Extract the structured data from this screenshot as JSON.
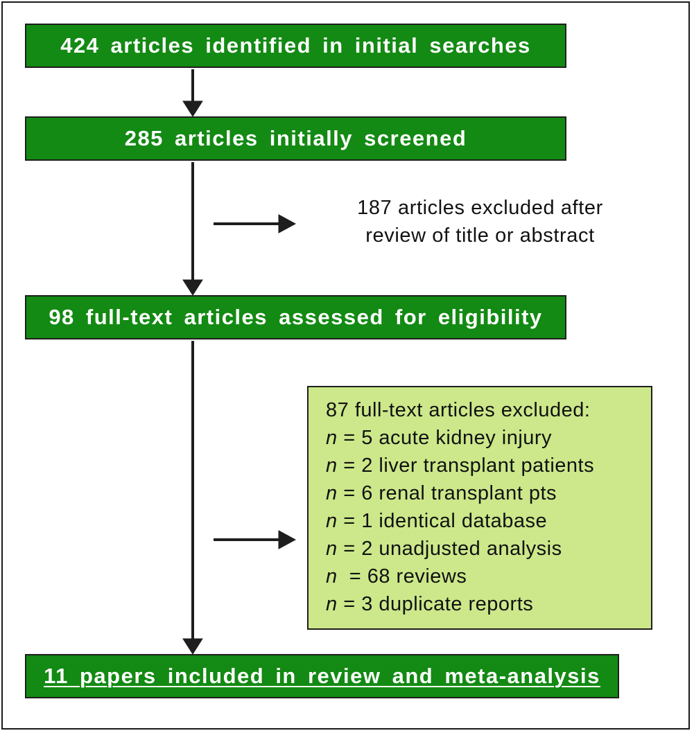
{
  "flow": {
    "stages": [
      "424 articles identified in initial searches",
      "285 articles initially screened",
      "98 full-text articles assessed for eligibility",
      "11 papers included in review and meta-analysis"
    ],
    "exclusion_1": {
      "line1": "187 articles excluded after",
      "line2": "review of title or abstract"
    },
    "exclusion_2": {
      "heading": "87 full-text articles excluded:",
      "reasons": [
        {
          "n_label": "n",
          "text": " = 5 acute kidney injury"
        },
        {
          "n_label": "n",
          "text": " = 2 liver transplant patients"
        },
        {
          "n_label": "n",
          "text": " = 6 renal transplant pts"
        },
        {
          "n_label": "n",
          "text": " = 1 identical database"
        },
        {
          "n_label": "n",
          "text": " = 2 unadjusted analysis"
        },
        {
          "n_label": "n",
          "text": "  = 68 reviews"
        },
        {
          "n_label": "n",
          "text": " = 3 duplicate reports"
        }
      ]
    }
  },
  "colors": {
    "stage_fill": "#138a13",
    "exclusion_fill": "#cce88a",
    "line": "#1e1e1e"
  }
}
